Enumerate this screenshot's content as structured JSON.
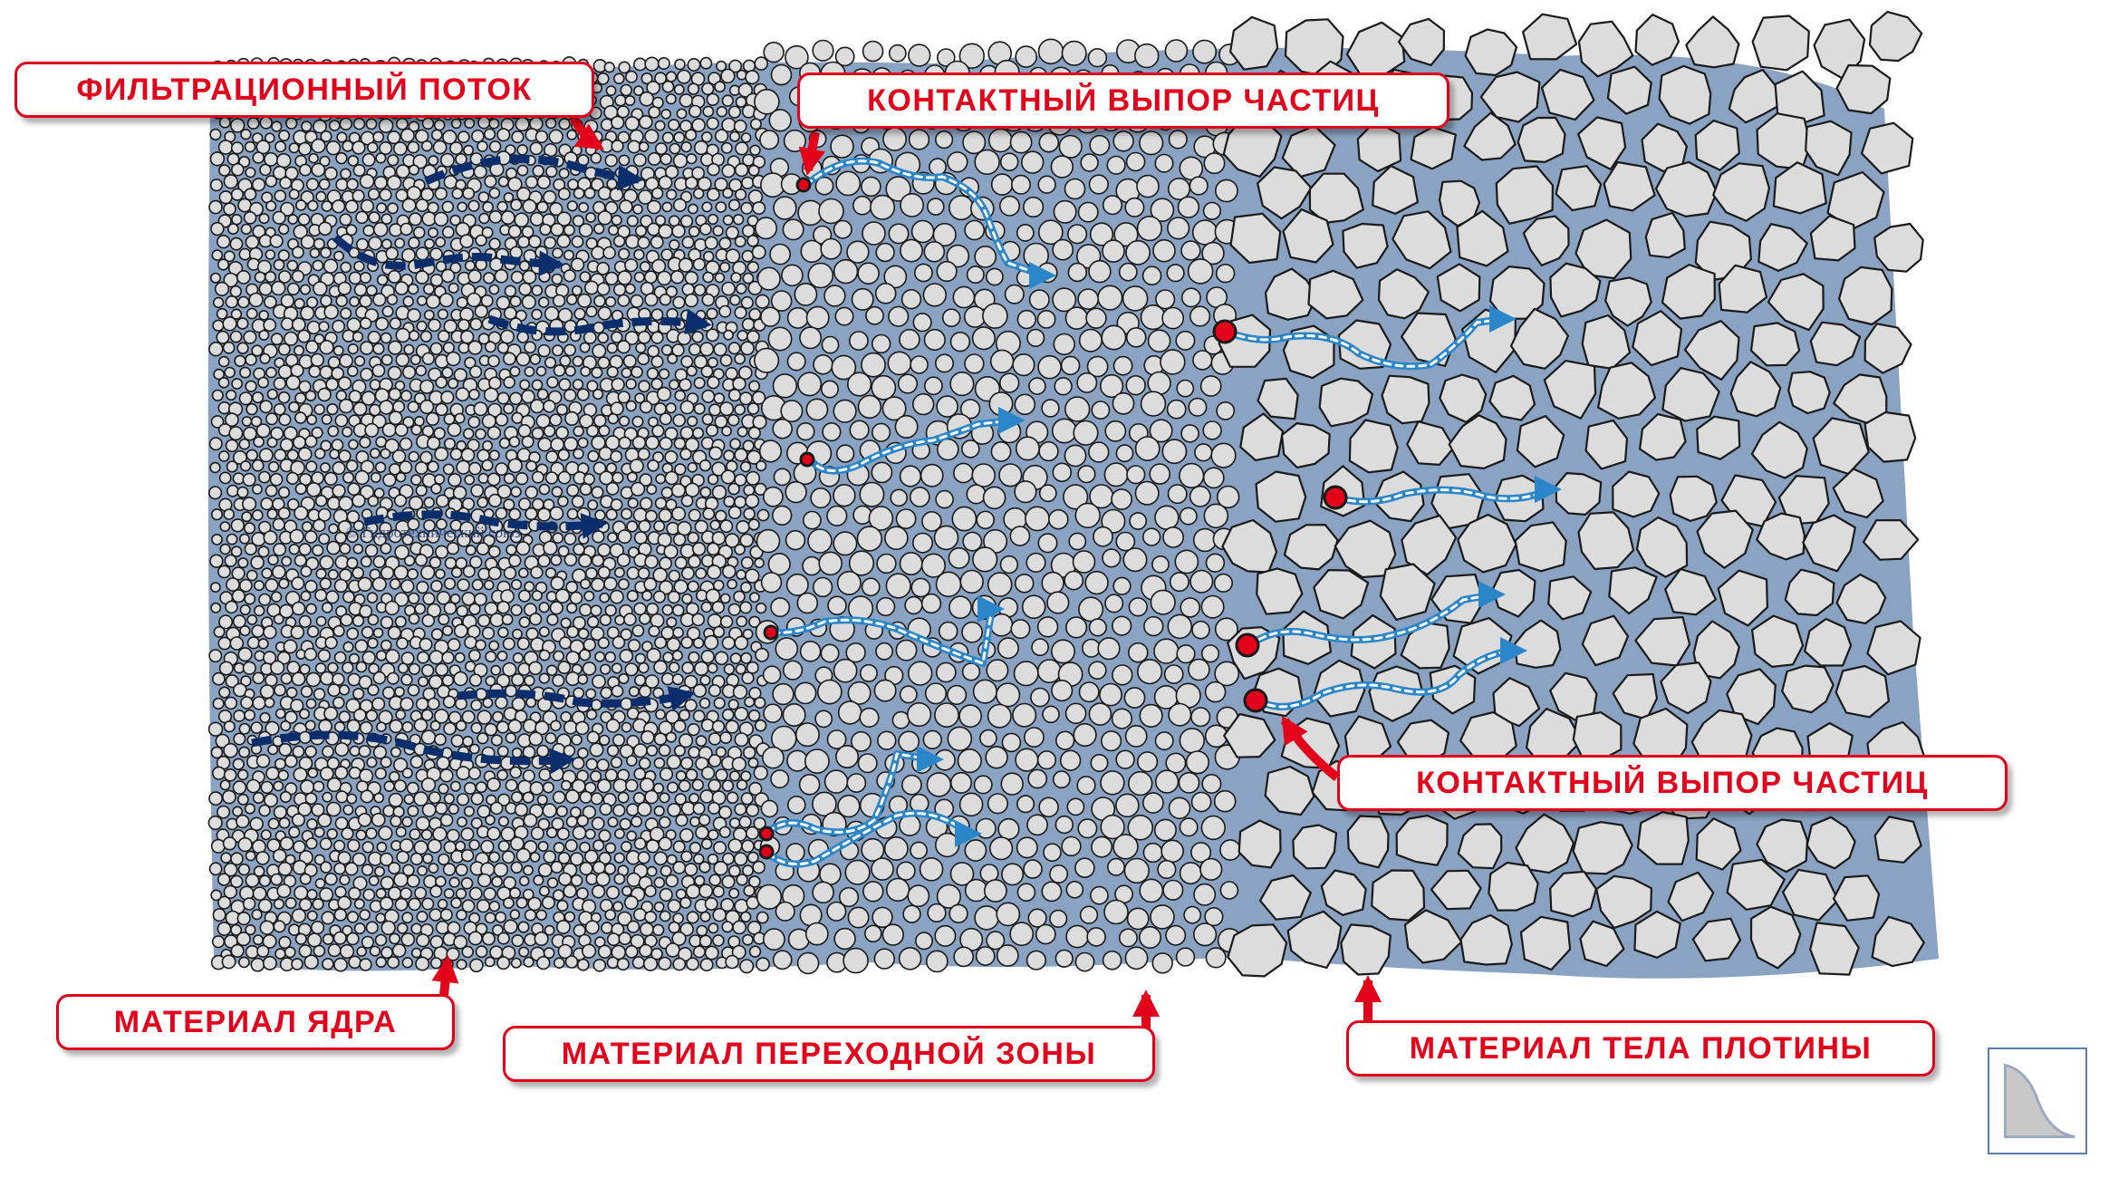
{
  "labels": {
    "filtration_flow": "ФИЛЬТРАЦИОННЫЙ ПОТОК",
    "contact_uplift_top": "КОНТАКТНЫЙ ВЫПОР ЧАСТИЦ",
    "contact_uplift_bottom": "КОНТАКТНЫЙ ВЫПОР ЧАСТИЦ",
    "core_material": "МАТЕРИАЛ ЯДРА",
    "transition_zone_material": "МАТЕРИАЛ ПЕРЕХОДНОЙ ЗОНЫ",
    "dam_body_material": "МАТЕРИАЛ ТЕЛА ПЛОТИНЫ"
  },
  "watermark": "© Гидротехнический союз",
  "colors": {
    "water": "#8ba3c2",
    "grain_fill": "#dcdcdc",
    "grain_stroke": "#1a1a1a",
    "flow_arrow": "#0a2d6b",
    "seepage_arrow": "#2a86c8",
    "accent_red": "#e2001a"
  },
  "icons": {
    "logo": "slope-profile-icon"
  }
}
